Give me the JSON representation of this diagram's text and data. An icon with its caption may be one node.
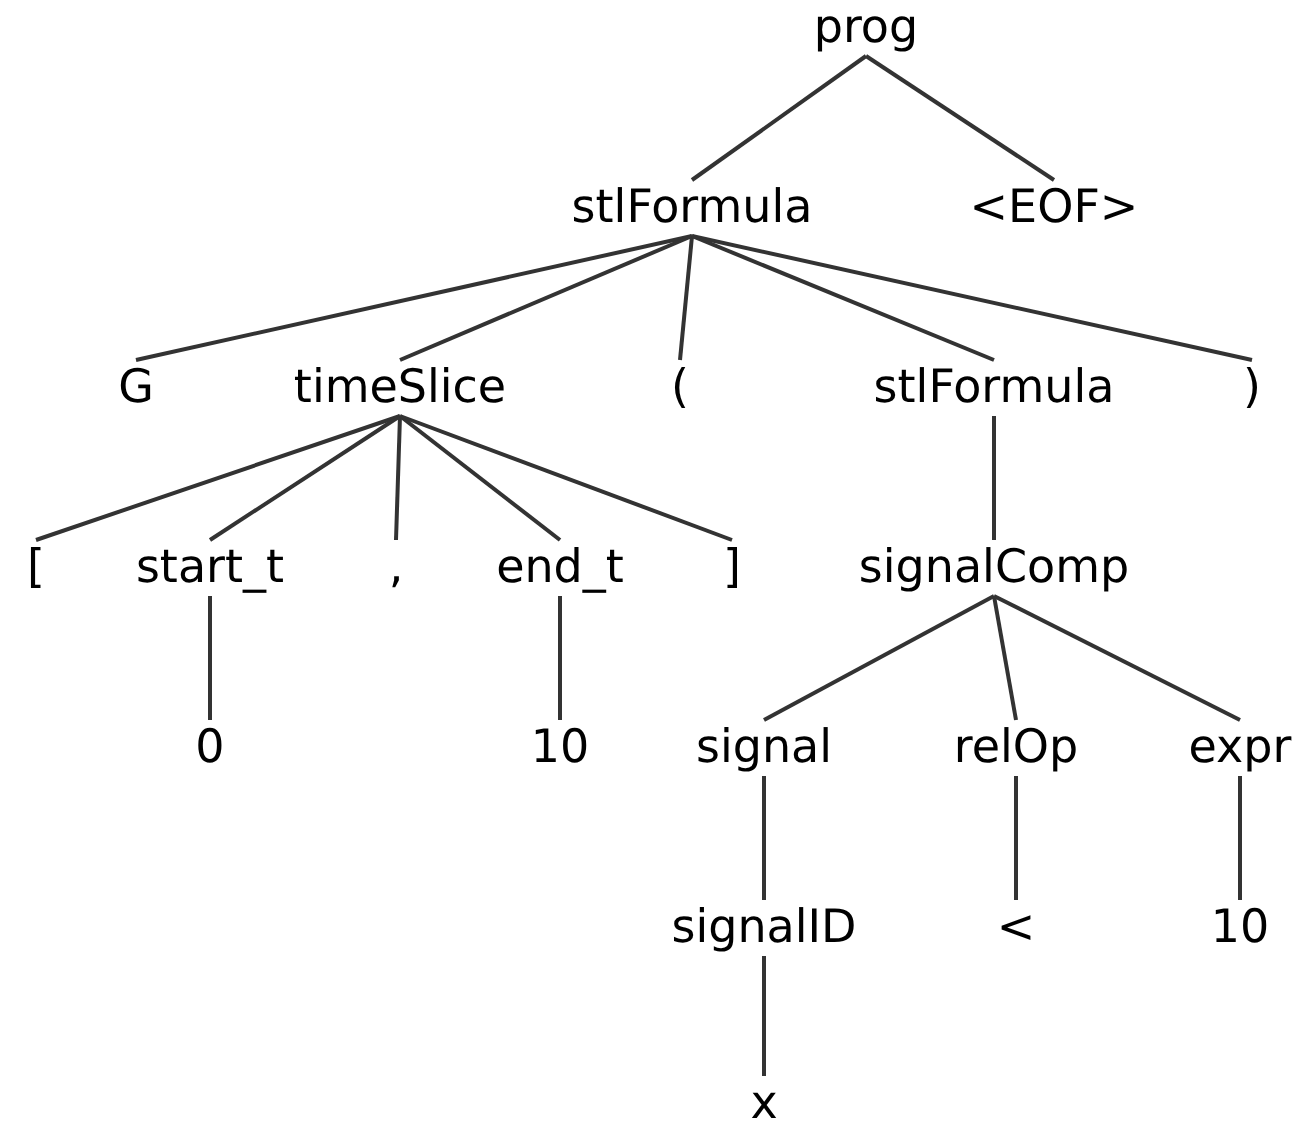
{
  "diagram": {
    "nodes": [
      {
        "text": [
          "prog"
        ]
      },
      {
        "text": [
          "stlFormula"
        ]
      },
      {
        "text": [
          "<EOF>"
        ]
      },
      {
        "text": [
          "G"
        ]
      },
      {
        "text": [
          "timeSlice"
        ]
      },
      {
        "text": [
          "("
        ]
      },
      {
        "text": [
          "stlFormula"
        ]
      },
      {
        "text": [
          ")"
        ]
      },
      {
        "text": [
          "["
        ]
      },
      {
        "text": [
          "start_t"
        ]
      },
      {
        "text": [
          ","
        ]
      },
      {
        "text": [
          "end_t"
        ]
      },
      {
        "text": [
          "]"
        ]
      },
      {
        "text": [
          "signalComp"
        ]
      },
      {
        "text": [
          "0"
        ]
      },
      {
        "text": [
          "10"
        ]
      },
      {
        "text": [
          "signal"
        ]
      },
      {
        "text": [
          "relOp"
        ]
      },
      {
        "text": [
          "expr"
        ]
      },
      {
        "text": [
          "signalID"
        ]
      },
      {
        "text": [
          "<"
        ]
      },
      {
        "text": [
          "10"
        ]
      },
      {
        "text": [
          "x"
        ]
      }
    ],
    "edges": [
      {
        "from": 0,
        "to": 1,
        "arrow": "none"
      },
      {
        "from": 0,
        "to": 2,
        "arrow": "none"
      },
      {
        "from": 1,
        "to": 3,
        "arrow": "none"
      },
      {
        "from": 1,
        "to": 4,
        "arrow": "none"
      },
      {
        "from": 1,
        "to": 5,
        "arrow": "none"
      },
      {
        "from": 1,
        "to": 6,
        "arrow": "none"
      },
      {
        "from": 1,
        "to": 7,
        "arrow": "none"
      },
      {
        "from": 4,
        "to": 8,
        "arrow": "none"
      },
      {
        "from": 4,
        "to": 9,
        "arrow": "none"
      },
      {
        "from": 4,
        "to": 10,
        "arrow": "none"
      },
      {
        "from": 4,
        "to": 11,
        "arrow": "none"
      },
      {
        "from": 4,
        "to": 12,
        "arrow": "none"
      },
      {
        "from": 6,
        "to": 13,
        "arrow": "none"
      },
      {
        "from": 9,
        "to": 14,
        "arrow": "none"
      },
      {
        "from": 11,
        "to": 15,
        "arrow": "none"
      },
      {
        "from": 13,
        "to": 16,
        "arrow": "none"
      },
      {
        "from": 13,
        "to": 17,
        "arrow": "none"
      },
      {
        "from": 13,
        "to": 18,
        "arrow": "none"
      },
      {
        "from": 16,
        "to": 19,
        "arrow": "none"
      },
      {
        "from": 17,
        "to": 20,
        "arrow": "none"
      },
      {
        "from": 18,
        "to": 21,
        "arrow": "none"
      },
      {
        "from": 19,
        "to": 22,
        "arrow": "none"
      }
    ]
  }
}
